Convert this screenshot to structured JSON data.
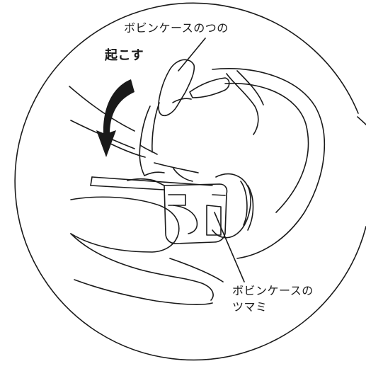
{
  "labels": {
    "bobbin_case_horn": "ボビンケースのつの",
    "raise_instruction": "起こす",
    "bobbin_case_knob_line1": "ボビンケースの",
    "bobbin_case_knob_line2": "ツマミ"
  },
  "icons": {
    "arrow": "curved-arrow-down-icon"
  },
  "colors": {
    "line": "#1a1a1a",
    "background": "#ffffff"
  }
}
